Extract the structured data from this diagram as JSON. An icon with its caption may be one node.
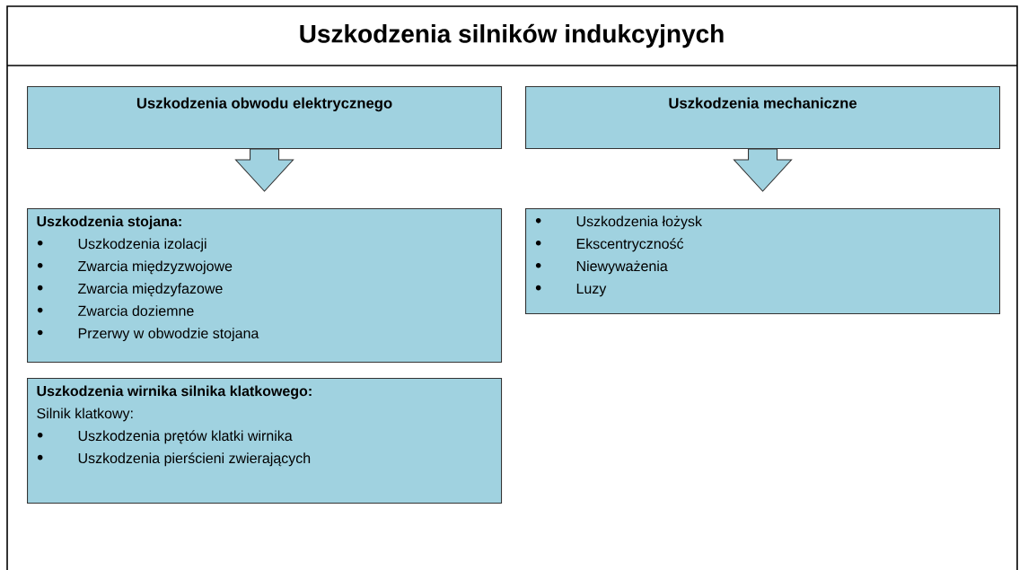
{
  "diagram": {
    "title": "Uszkodzenia silników indukcyjnych",
    "nodes": [
      {
        "text": [
          "Uszkodzenia obwodu elektrycznego"
        ]
      },
      {
        "text": [
          "Uszkodzenia mechaniczne"
        ]
      },
      {
        "text": [
          "Uszkodzenia stojana:",
          "Uszkodzenia izolacji",
          "Zwarcia międzyzwojowe",
          "Zwarcia międzyfazowe",
          "Zwarcia doziemne",
          "Przerwy w obwodzie stojana"
        ]
      },
      {
        "text": [
          "Uszkodzenia wirnika silnika klatkowego:",
          "Silnik klatkowy:",
          "Uszkodzenia prętów klatki wirnika",
          "Uszkodzenia pierścieni zwierających"
        ]
      },
      {
        "text": [
          "Uszkodzenia łożysk",
          "Ekscentryczność",
          "Niewyważenia",
          "Luzy"
        ]
      }
    ],
    "edges": [
      {
        "from": 0,
        "to": 2,
        "arrow": "to"
      },
      {
        "from": 1,
        "to": 4,
        "arrow": "to"
      }
    ]
  }
}
